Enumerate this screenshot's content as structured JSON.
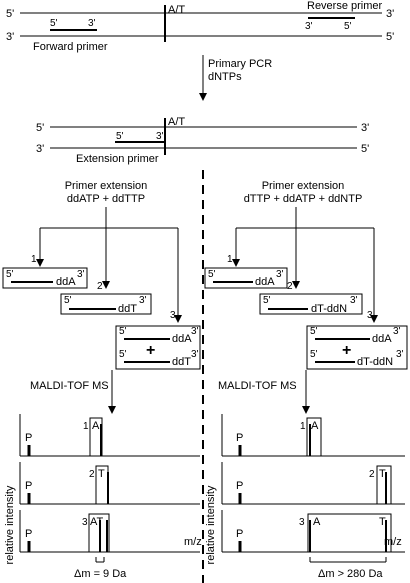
{
  "labels": {
    "five_prime": "5'",
    "three_prime": "3'",
    "snp": "A/T",
    "reverse_primer": "Reverse primer",
    "forward_primer": "Forward primer",
    "primary_pcr_line1": "Primary PCR",
    "primary_pcr_line2": "dNTPs",
    "extension_primer": "Extension primer",
    "plus": "+",
    "maldi": "MALDI-TOF MS",
    "relative_intensity": "relative intensity",
    "mz": "m/z"
  },
  "left_panel": {
    "title_line1": "Primer extension",
    "title_line2": "ddATP + ddTTP",
    "steps": [
      "1",
      "2",
      "3"
    ],
    "product_a": "ddA",
    "product_t": "ddT",
    "peaks": {
      "P": "P",
      "A": "A",
      "T": "T",
      "AT": "AT"
    },
    "delta_m": "Δm = 9 Da"
  },
  "right_panel": {
    "title_line1": "Primer extension",
    "title_line2": "dTTP + ddATP + ddNTP",
    "steps": [
      "1",
      "2",
      "3"
    ],
    "product_a": "ddA",
    "product_t": "dT-ddN",
    "peaks": {
      "P": "P",
      "A": "A",
      "T": "T"
    },
    "delta_m": "Δm > 280 Da"
  }
}
